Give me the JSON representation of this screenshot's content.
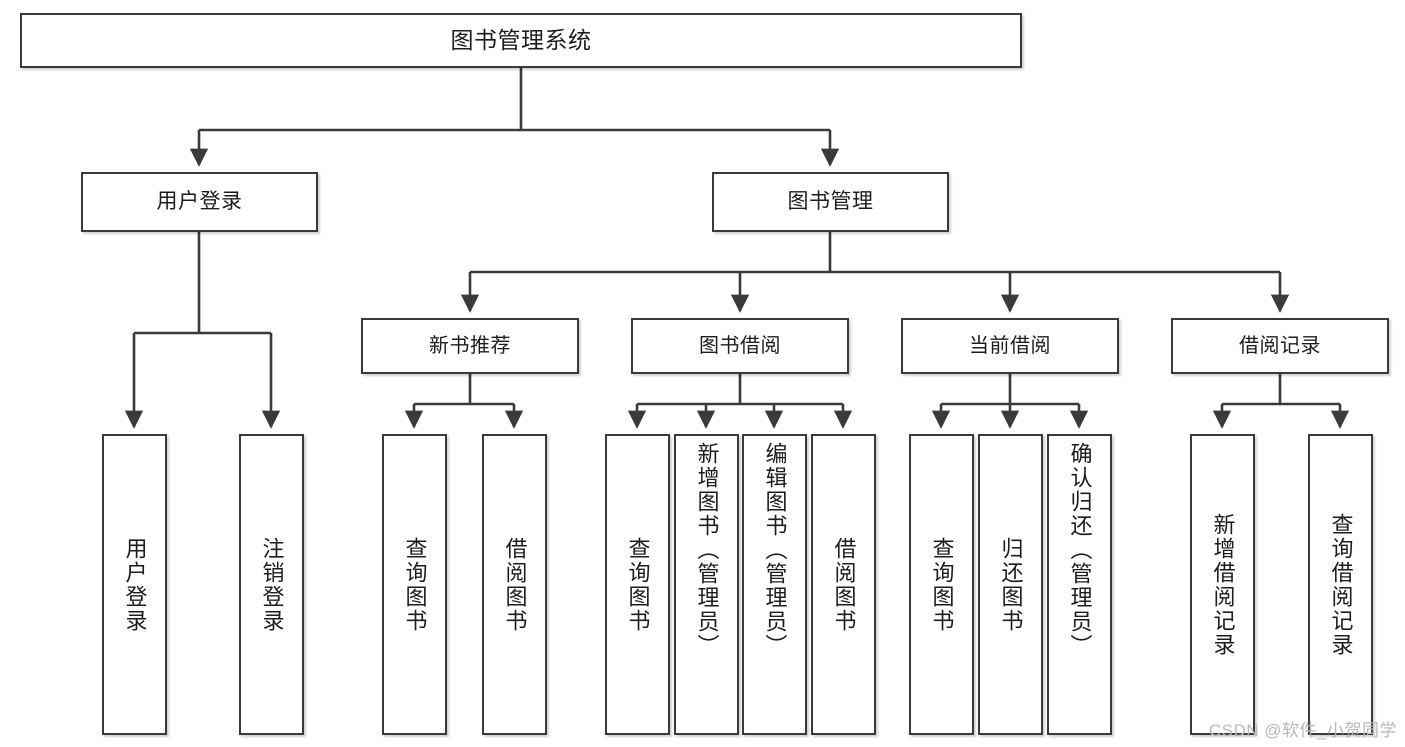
{
  "diagram": {
    "title": "图书管理系统",
    "type": "tree",
    "root": {
      "label": "图书管理系统",
      "children": [
        {
          "label": "用户登录",
          "children": [
            {
              "label": "用户登录"
            },
            {
              "label": "注销登录"
            }
          ]
        },
        {
          "label": "图书管理",
          "children": [
            {
              "label": "新书推荐",
              "children": [
                {
                  "label": "查询图书"
                },
                {
                  "label": "借阅图书"
                }
              ]
            },
            {
              "label": "图书借阅",
              "children": [
                {
                  "label": "查询图书"
                },
                {
                  "label": "新增图书（管理员）"
                },
                {
                  "label": "编辑图书（管理员）"
                },
                {
                  "label": "借阅图书"
                }
              ]
            },
            {
              "label": "当前借阅",
              "children": [
                {
                  "label": "查询图书"
                },
                {
                  "label": "归还图书"
                },
                {
                  "label": "确认归还（管理员）"
                }
              ]
            },
            {
              "label": "借阅记录",
              "children": [
                {
                  "label": "新增借阅记录"
                },
                {
                  "label": "查询借阅记录"
                }
              ]
            }
          ]
        }
      ]
    }
  },
  "watermark": {
    "text": "CSDN @软件_小贺同学"
  },
  "style": {
    "border_color": "#3a3a3a",
    "text_color": "#1d1d1d",
    "background": "#ffffff",
    "watermark_color": "#b9b9b9"
  }
}
